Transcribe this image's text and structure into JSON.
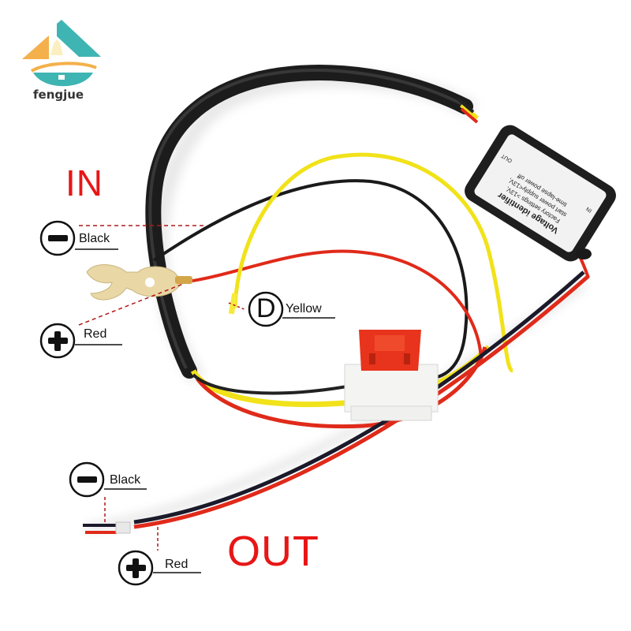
{
  "brand": {
    "logo_text": "fengjue",
    "colors": {
      "teal": "#3fb5b3",
      "orange": "#f4b04a",
      "lamp": "#fbeec0"
    }
  },
  "sections": {
    "input_title": "IN",
    "output_title": "OUT",
    "title_color": "#e81616"
  },
  "input_wires": [
    {
      "symbol": "minus",
      "label": "Black",
      "color": "#1a1a1a"
    },
    {
      "symbol": "plus",
      "label": "Red",
      "color": "#e02a1a"
    }
  ],
  "signal_wire": {
    "symbol": "D",
    "label": "Yellow",
    "color": "#f1e21a"
  },
  "output_wires": [
    {
      "symbol": "minus",
      "label": "Black",
      "color": "#1a1a1a"
    },
    {
      "symbol": "plus",
      "label": "Red",
      "color": "#e02a1a"
    }
  ],
  "controller_box": {
    "title": "Voltage identifier",
    "lines": [
      "Factory settings >13V,",
      "start power supply<13V,",
      "time-lapse power off"
    ],
    "in_label": "IN",
    "out_label": "OUT"
  },
  "fuse": {
    "color": "#e8341c",
    "holder_color": "#f4f4f2"
  }
}
